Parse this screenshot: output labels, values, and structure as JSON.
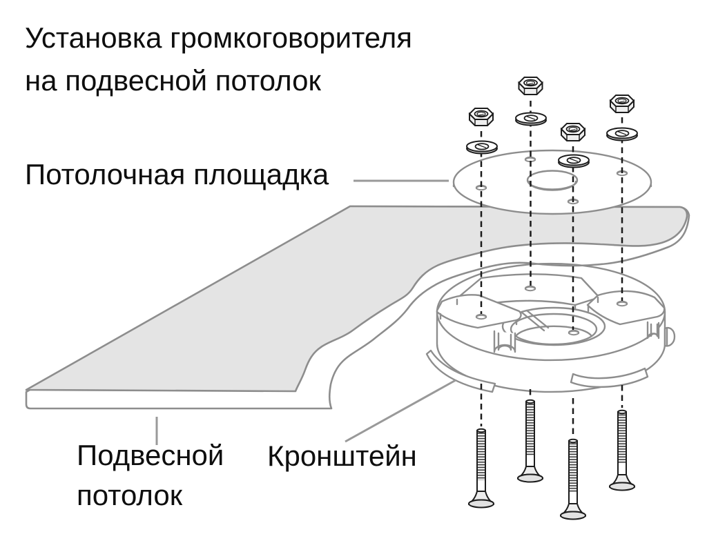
{
  "title": {
    "line1": "Установка громкоговорителя",
    "line2": "на подвесной потолок"
  },
  "labels": {
    "ceiling_plate": "Потолочная площадка",
    "suspended_ceiling": {
      "line1": "Подвесной",
      "line2": "потолок"
    },
    "bracket": "Кронштейн"
  },
  "diagram": {
    "type": "exploded-assembly-illustration",
    "parts": [
      {
        "name": "ceiling-plate",
        "label": "Потолочная площадка",
        "count": 1
      },
      {
        "name": "suspended-ceiling-panel",
        "label": "Подвесной потолок",
        "count": 1
      },
      {
        "name": "mounting-bracket",
        "label": "Кронштейн",
        "count": 1
      },
      {
        "name": "hex-nut",
        "count": 4
      },
      {
        "name": "washer",
        "count": 4
      },
      {
        "name": "countersunk-screw",
        "count": 4
      }
    ]
  },
  "colors": {
    "background": "#ffffff",
    "panel_fill": "#e4e4e4",
    "outline_gray": "#8d8d8d",
    "hardware_stroke": "#1c1c1c",
    "leader_gray": "#999999",
    "text": "#0e0e0e"
  }
}
